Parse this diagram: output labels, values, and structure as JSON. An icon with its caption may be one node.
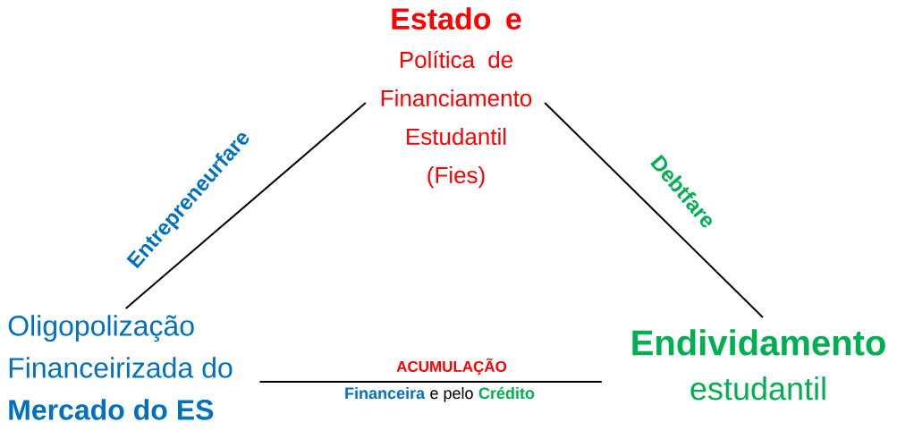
{
  "diagram": {
    "nodes": [
      {
        "text": [
          "**Estado** e",
          "Política de Financiamento Estudantil (Fies)"
        ]
      },
      {
        "text": [
          "Oligopolização Financeirizada do **Mercado do ES**"
        ]
      },
      {
        "text": [
          "Endividamento",
          "estudantil"
        ]
      }
    ],
    "edges": [
      {
        "from": 0,
        "to": 1,
        "arrow": "none",
        "label": "Entrepreneurfare"
      },
      {
        "from": 0,
        "to": 2,
        "arrow": "none",
        "label": "Debtfare"
      },
      {
        "from": 1,
        "to": 2,
        "arrow": "none",
        "label": "ACUMULAÇÃO"
      }
    ],
    "labels": [
      "Financeira",
      "e pelo",
      "Crédito"
    ]
  }
}
